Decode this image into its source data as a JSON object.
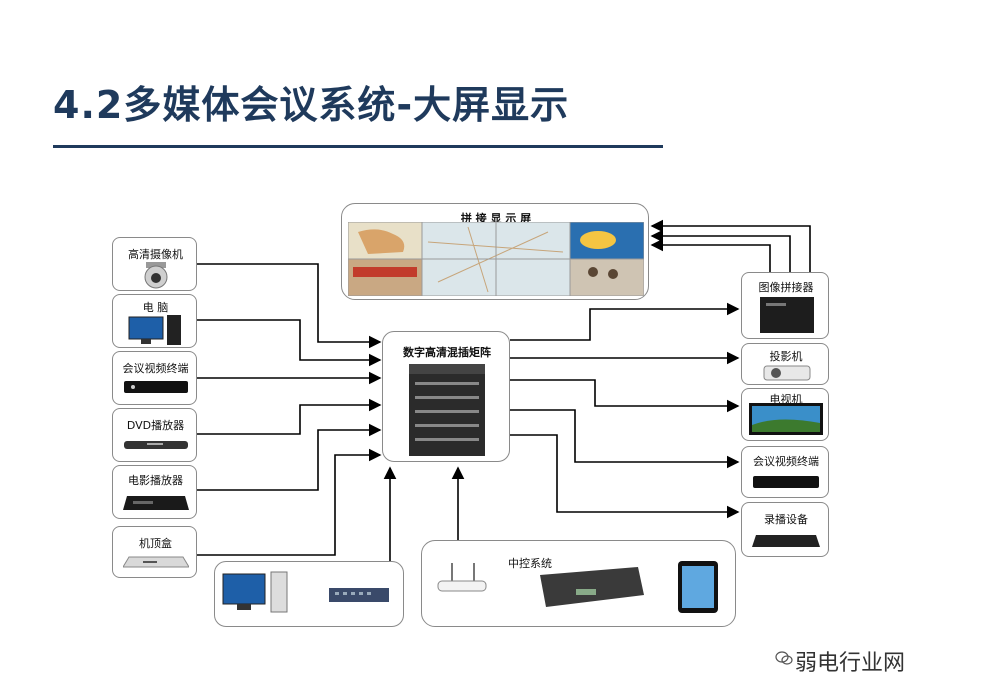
{
  "title": "4.2多媒体会议系统-大屏显示",
  "video_wall": {
    "label": "拼 接 显 示 屏"
  },
  "matrix": {
    "label": "数字高清混插矩阵"
  },
  "inputs": [
    {
      "label": "高清摄像机"
    },
    {
      "label": "电    脑"
    },
    {
      "label": "会议视频终端"
    },
    {
      "label": "DVD播放器"
    },
    {
      "label": "电影播放器"
    },
    {
      "label": "机顶盒"
    }
  ],
  "outputs": [
    {
      "label": "图像拼接器"
    },
    {
      "label": "投影机"
    },
    {
      "label": "电视机"
    },
    {
      "label": "会议视频终端"
    },
    {
      "label": "录播设备"
    }
  ],
  "control": {
    "label": "中控系统"
  },
  "watermark": "弱电行业网",
  "colors": {
    "title": "#1f3a5c",
    "wire": "#000000",
    "box_border": "#8a8a8a"
  }
}
